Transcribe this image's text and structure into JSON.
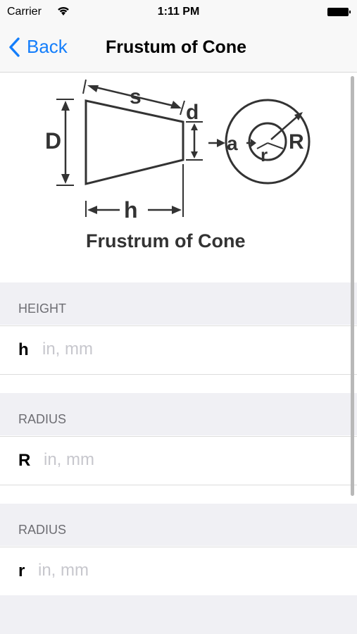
{
  "status_bar": {
    "carrier": "Carrier",
    "time": "1:11 PM"
  },
  "nav": {
    "back_label": "Back",
    "title": "Frustum of Cone"
  },
  "diagram": {
    "caption": "Frustrum of Cone",
    "labels": {
      "s": "s",
      "d": "d",
      "D": "D",
      "a": "a",
      "r": "r",
      "R": "R",
      "h": "h"
    }
  },
  "fields": [
    {
      "section": "HEIGHT",
      "label": "h",
      "placeholder": "in, mm"
    },
    {
      "section": "RADIUS",
      "label": "R",
      "placeholder": "in, mm"
    },
    {
      "section": "RADIUS",
      "label": "r",
      "placeholder": "in, mm"
    }
  ]
}
